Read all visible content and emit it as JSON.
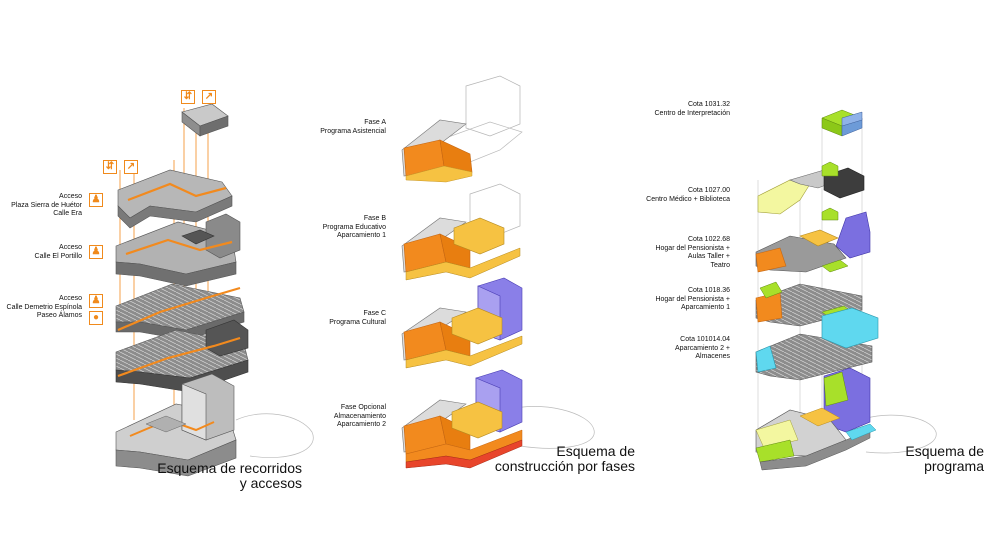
{
  "accent_colors": {
    "orange": "#f28a1e",
    "yellow": "#f6c242",
    "purple": "#7b6fe0",
    "lime": "#a8e02a",
    "cyan": "#5fd8ef",
    "pale_yellow": "#f3f7a0",
    "gray": "#a4a4a4",
    "dark_gray": "#5a5a5a"
  },
  "panel1": {
    "labels": [
      {
        "lines": [
          "Acceso",
          "Plaza Sierra de Huétor",
          "Calle Era"
        ],
        "icons": [
          "person-icon"
        ]
      },
      {
        "lines": [
          "Acceso",
          "Calle El Portillo"
        ],
        "icons": [
          "person-icon"
        ]
      },
      {
        "lines": [
          "Acceso",
          "Calle Demetrio Espínola",
          "Paseo Álamos"
        ],
        "icons": [
          "person-icon",
          "car-icon"
        ]
      }
    ],
    "title": [
      "Esquema de recorridos",
      "y accesos"
    ]
  },
  "panel2": {
    "labels": [
      {
        "lines": [
          "Fase A",
          "Programa Asistencial"
        ]
      },
      {
        "lines": [
          "Fase B",
          "Programa Educativo",
          "Aparcamiento 1"
        ]
      },
      {
        "lines": [
          "Fase C",
          "Programa Cultural"
        ]
      },
      {
        "lines": [
          "Fase Opcional",
          "Almacenamiento",
          "Aparcamiento 2"
        ]
      }
    ],
    "title": [
      "Esquema de",
      "construcción por fases"
    ]
  },
  "panel3": {
    "labels": [
      {
        "lines": [
          "Cota 1031.32",
          "Centro de Interpretación"
        ]
      },
      {
        "lines": [
          "Cota 1027.00",
          "Centro Médico + Biblioteca"
        ]
      },
      {
        "lines": [
          "Cota 1022.68",
          "Hogar del Pensionista +",
          "Aulas Taller +",
          "Teatro"
        ]
      },
      {
        "lines": [
          "Cota 1018.36",
          "Hogar del Pensionista +",
          "Aparcamiento 1"
        ]
      },
      {
        "lines": [
          "Cota 101014.04",
          "Aparcamiento 2 +",
          "Almacenes"
        ]
      }
    ],
    "title": [
      "Esquema de",
      "programa"
    ]
  }
}
